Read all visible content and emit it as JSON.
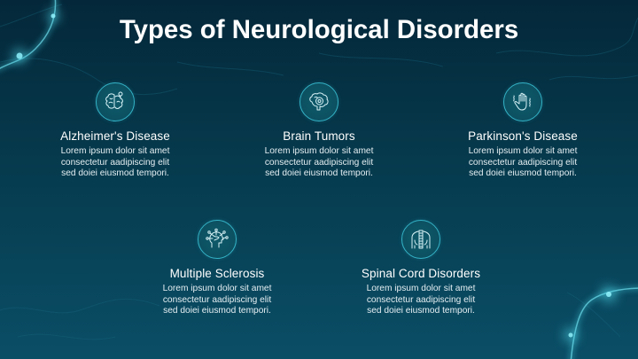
{
  "slide": {
    "title": "Types of Neurological Disorders",
    "colors": {
      "background_top": "#04283a",
      "background_bottom": "#0a4e66",
      "accent": "#34b3c6",
      "icon_fill": "#0e5a6a",
      "text": "#ffffff"
    }
  },
  "items": [
    {
      "icon": "brain-lightbulb-icon",
      "title": "Alzheimer's Disease",
      "desc": [
        "Lorem ipsum dolor sit amet",
        "consectetur aadipiscing elit",
        "sed doiei eiusmod tempori."
      ]
    },
    {
      "icon": "brain-tumor-icon",
      "title": "Brain Tumors",
      "desc": [
        "Lorem ipsum dolor sit amet",
        "consectetur aadipiscing elit",
        "sed doiei eiusmod tempori."
      ]
    },
    {
      "icon": "shaking-hand-icon",
      "title": "Parkinson's Disease",
      "desc": [
        "Lorem ipsum dolor sit amet",
        "consectetur aadipiscing elit",
        "sed doiei eiusmod tempori."
      ]
    },
    {
      "icon": "head-neural-network-icon",
      "title": "Multiple Sclerosis",
      "desc": [
        "Lorem ipsum dolor sit amet",
        "consectetur aadipiscing elit",
        "sed doiei eiusmod tempori."
      ]
    },
    {
      "icon": "spine-torso-icon",
      "title": "Spinal Cord Disorders",
      "desc": [
        "Lorem ipsum dolor sit amet",
        "consectetur aadipiscing elit",
        "sed doiei eiusmod tempori."
      ]
    }
  ]
}
